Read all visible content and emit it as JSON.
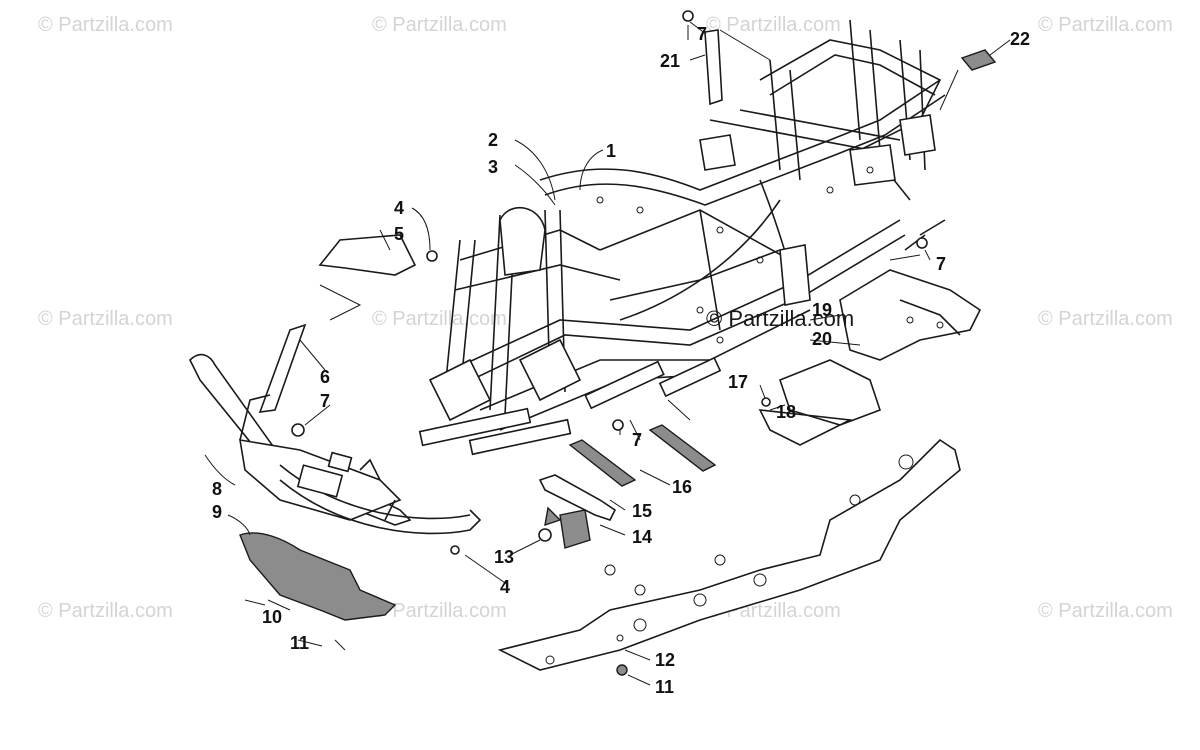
{
  "watermarks": {
    "text": "© Partzilla.com",
    "center_text": "© Partzilla.com"
  },
  "callouts": [
    {
      "id": "c1",
      "label": "1"
    },
    {
      "id": "c2",
      "label": "2"
    },
    {
      "id": "c3",
      "label": "3"
    },
    {
      "id": "c4a",
      "label": "4"
    },
    {
      "id": "c5",
      "label": "5"
    },
    {
      "id": "c6",
      "label": "6"
    },
    {
      "id": "c7a",
      "label": "7"
    },
    {
      "id": "c7b",
      "label": "7"
    },
    {
      "id": "c7c",
      "label": "7"
    },
    {
      "id": "c7d",
      "label": "7"
    },
    {
      "id": "c8",
      "label": "8"
    },
    {
      "id": "c9",
      "label": "9"
    },
    {
      "id": "c10",
      "label": "10"
    },
    {
      "id": "c11a",
      "label": "11"
    },
    {
      "id": "c11b",
      "label": "11"
    },
    {
      "id": "c12",
      "label": "12"
    },
    {
      "id": "c13",
      "label": "13"
    },
    {
      "id": "c4b",
      "label": "4"
    },
    {
      "id": "c14",
      "label": "14"
    },
    {
      "id": "c15",
      "label": "15"
    },
    {
      "id": "c16",
      "label": "16"
    },
    {
      "id": "c17",
      "label": "17"
    },
    {
      "id": "c18",
      "label": "18"
    },
    {
      "id": "c19",
      "label": "19"
    },
    {
      "id": "c20",
      "label": "20"
    },
    {
      "id": "c21",
      "label": "21"
    },
    {
      "id": "c22",
      "label": "22"
    }
  ]
}
